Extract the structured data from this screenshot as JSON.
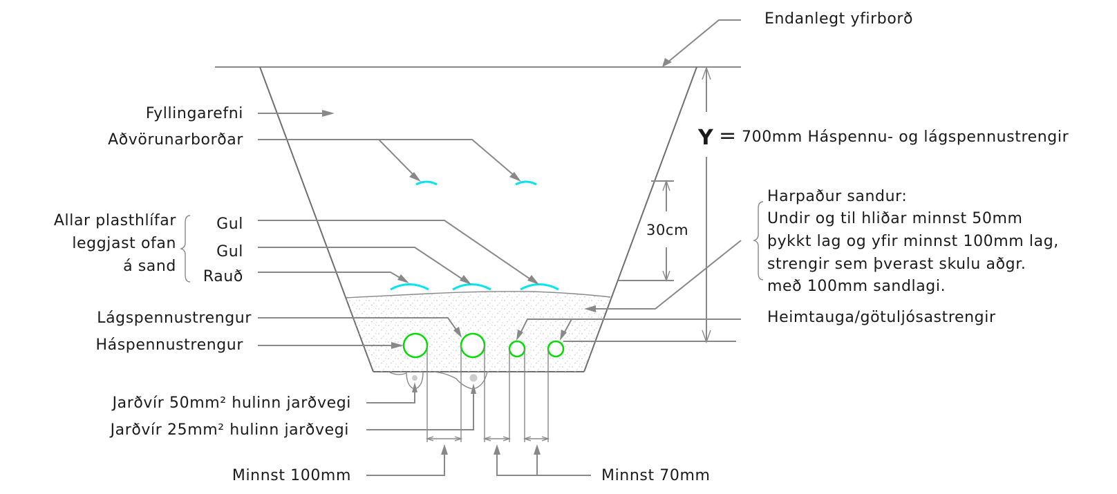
{
  "labels": {
    "finished_surface": "Endanlegt yfirborð",
    "fill_material": "Fyllingarefni",
    "warning_tapes": "Aðvörunarborðar",
    "plastic_covers_line1": "Allar plasthlífar",
    "plastic_covers_line2": "leggjast ofan",
    "plastic_covers_line3": "á sand",
    "cover_yellow_1": "Gul",
    "cover_yellow_2": "Gul",
    "cover_red": "Rauð",
    "low_voltage_cable": "Lágspennustrengur",
    "high_voltage_cable": "Háspennustrengur",
    "earth_wire_50": "Jarðvír 50mm² hulinn jarðvegi",
    "earth_wire_25": "Jarðvír 25mm² hulinn jarðvegi",
    "min_100": "Minnst 100mm",
    "min_70": "Minnst 70mm",
    "y_symbol": "Y",
    "y_equals": "=",
    "y_depth_text": "700mm Háspennu- og lágspennustrengir",
    "dim_30cm": "30cm",
    "sand_title": "Harpaður sandur:",
    "sand_line1": "Undir og til hliðar minnst 50mm",
    "sand_line2": "þykkt lag og yfir minnst 100mm lag,",
    "sand_line3": "strengir sem þverast skulu aðgr.",
    "sand_line4": "með 100mm sandlagi.",
    "service_cables": "Heimtauga/götuljósastrengir"
  },
  "colors": {
    "cable": "#00dd00",
    "warning_tape": "#00e5ee",
    "leader_line": "#888888",
    "text": "#1a1a1a"
  }
}
